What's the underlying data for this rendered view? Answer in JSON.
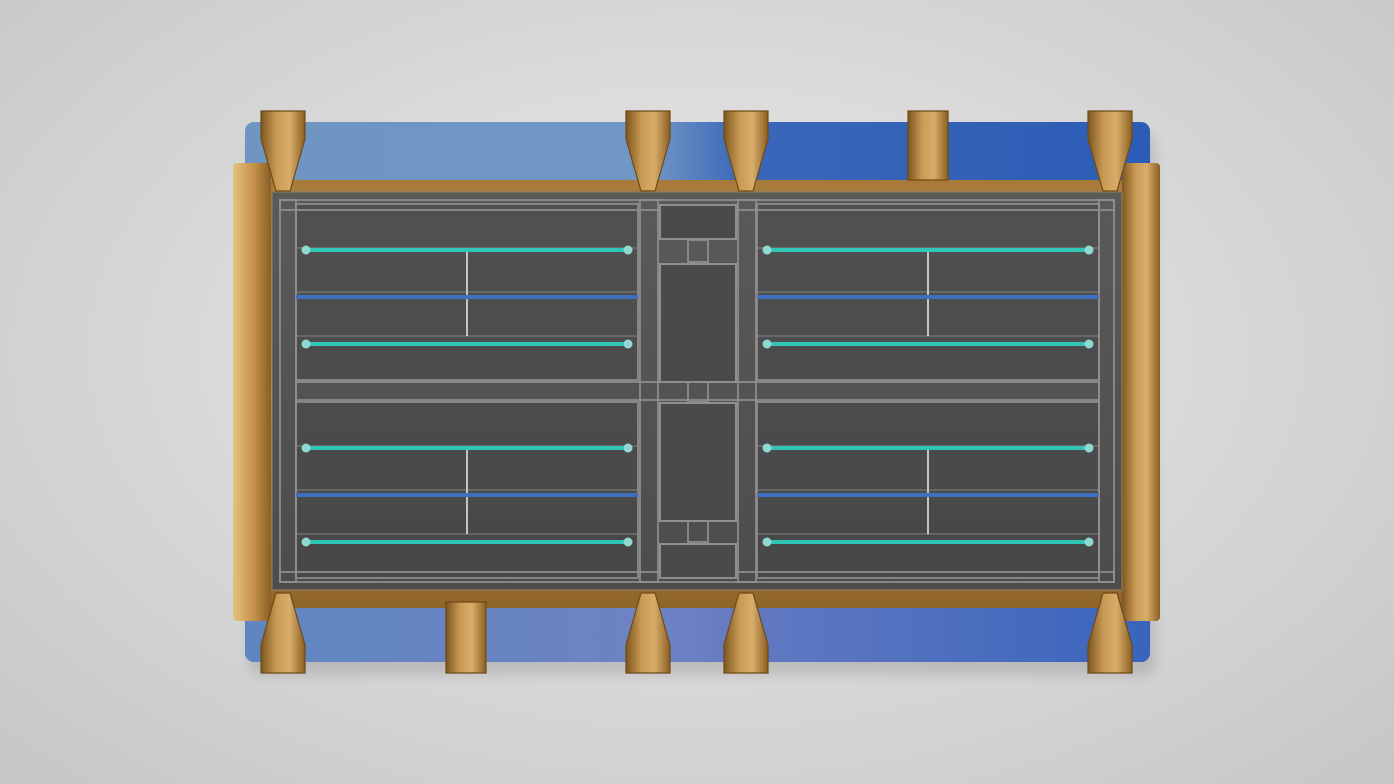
{
  "scene": {
    "subject": "",
    "colors": {
      "background": "#d9d9d9",
      "substrate_left": "#6c93c1",
      "substrate_right": "#2f5fb8",
      "gold": "#c9974f",
      "gold_dark": "#8a5f22",
      "gold_light": "#e9c17e",
      "chip": "#545454",
      "chip_dark": "#3e3e3e",
      "outline": "#8f8f8f",
      "cyan_line": "#2ec7b7",
      "blue_line": "#3f6fc0"
    },
    "regions": {
      "quadrants": 4,
      "cyan_lines_per_quadrant": 2,
      "blue_lines_per_half_row": 1,
      "center_pads": 4
    }
  }
}
